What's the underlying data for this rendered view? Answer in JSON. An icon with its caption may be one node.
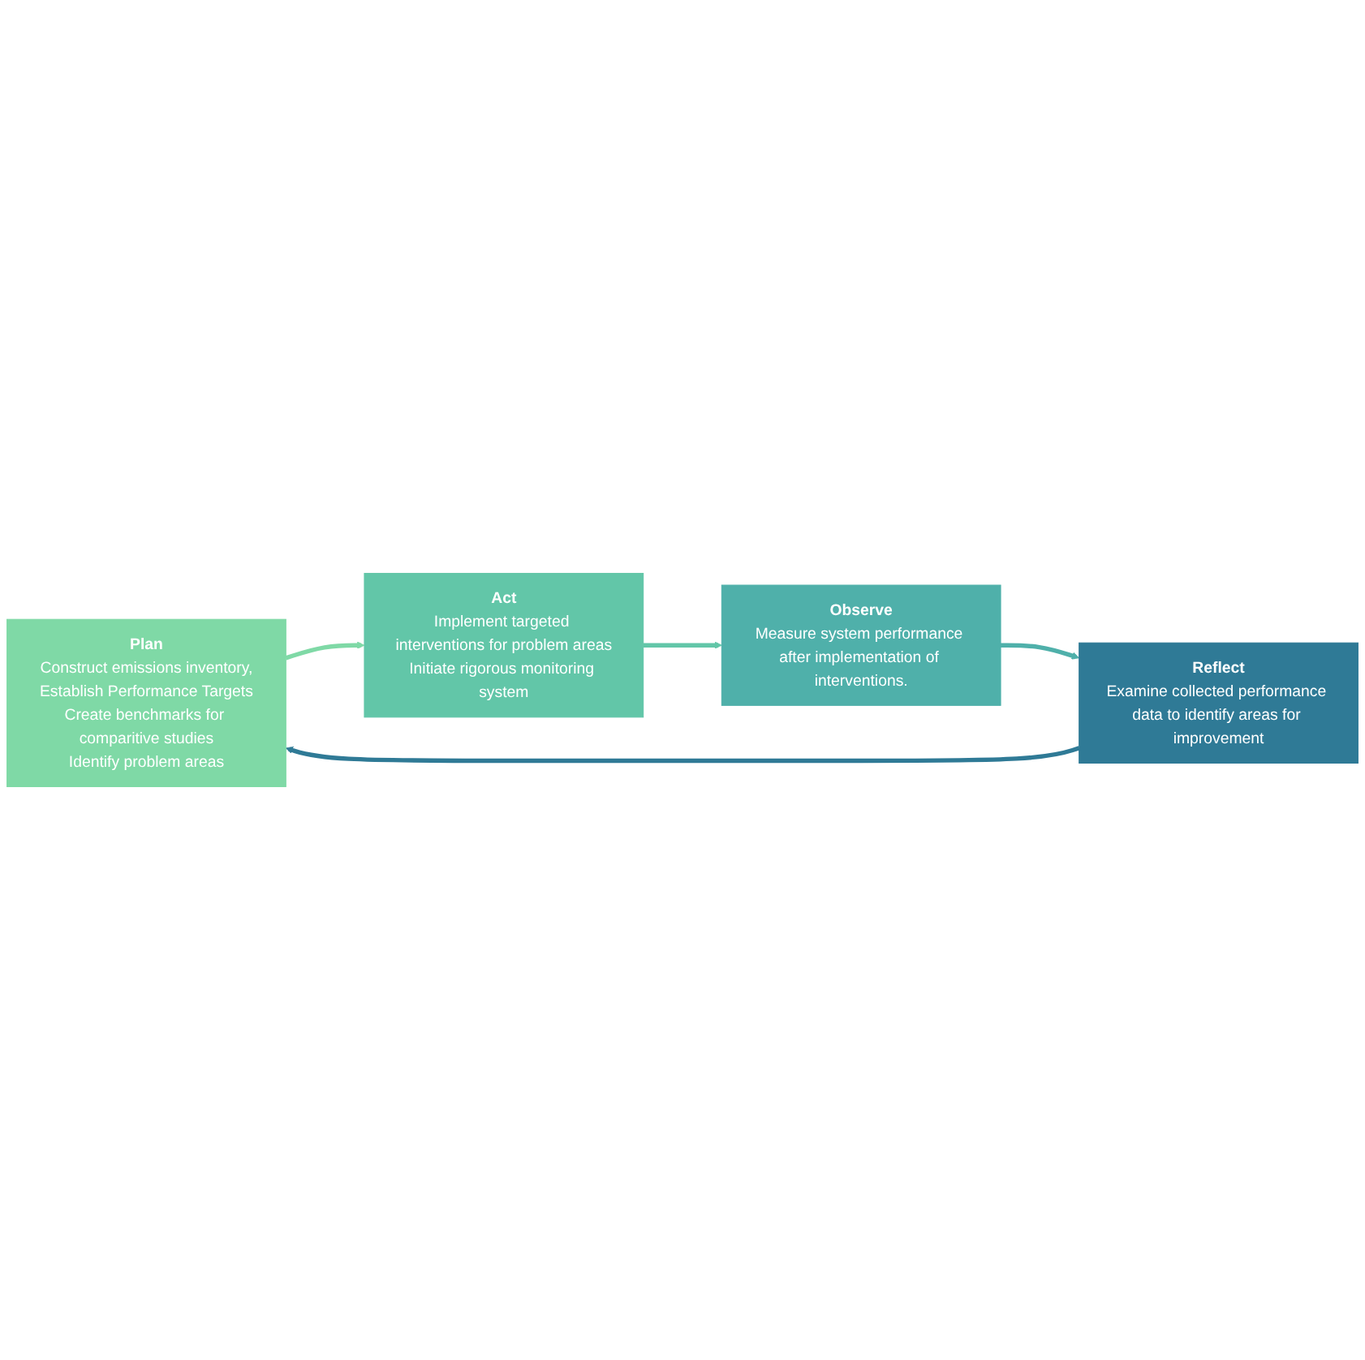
{
  "diagram": {
    "nodes": [
      {
        "text": [
          "Plan",
          "Construct emissions inventory,",
          "Establish Performance Targets",
          "Create benchmarks for comparitive studies",
          "Identify problem areas"
        ]
      },
      {
        "text": [
          "Act",
          "Implement targeted interventions for problem areas",
          "Initiate rigorous monitoring system"
        ]
      },
      {
        "text": [
          "Observe",
          "Measure system performance after implementation of interventions."
        ]
      },
      {
        "text": [
          "Reflect",
          "Examine collected performance data to identify areas for improvement"
        ]
      }
    ],
    "edges": [
      {
        "from": 0,
        "to": 1,
        "arrow": "to",
        "color": "#7fd9a6"
      },
      {
        "from": 1,
        "to": 2,
        "arrow": "to",
        "color": "#62c6a8"
      },
      {
        "from": 2,
        "to": 3,
        "arrow": "to",
        "color": "#4fb0aa"
      },
      {
        "from": 3,
        "to": 0,
        "arrow": "to",
        "color": "#2f7a96"
      }
    ]
  }
}
